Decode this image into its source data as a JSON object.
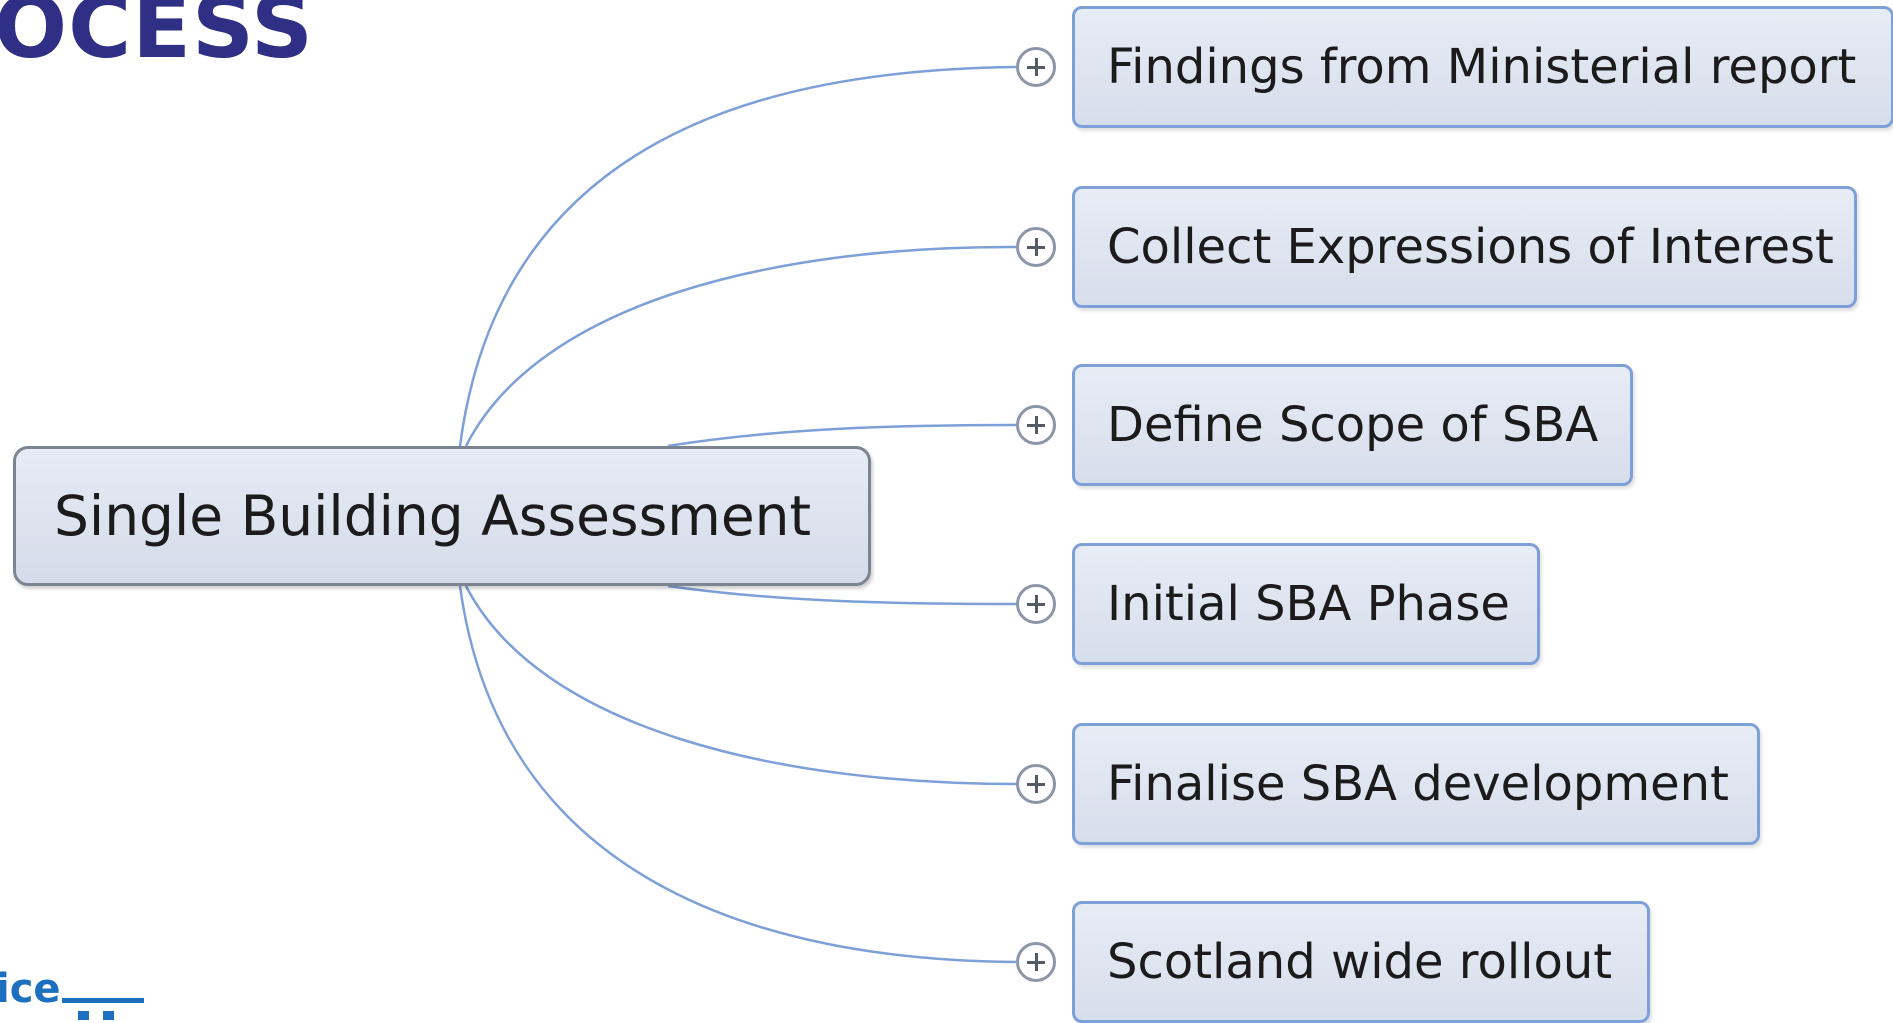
{
  "title": "OCESS",
  "root": {
    "label": "Single Building Assessment"
  },
  "children": [
    {
      "label": "Findings from Ministerial report"
    },
    {
      "label": "Collect Expressions of Interest"
    },
    {
      "label": "Define Scope of SBA"
    },
    {
      "label": "Initial SBA Phase"
    },
    {
      "label": "Finalise SBA development"
    },
    {
      "label": "Scotland wide rollout"
    }
  ],
  "logo": {
    "text": "ice"
  },
  "colors": {
    "title": "#2e2f85",
    "connector": "#7ea0d8",
    "node_border": "#7ea0d8",
    "root_border": "#7d8491",
    "logo": "#1d6fc0"
  },
  "icons": {
    "expander": "plus-circle-icon"
  }
}
